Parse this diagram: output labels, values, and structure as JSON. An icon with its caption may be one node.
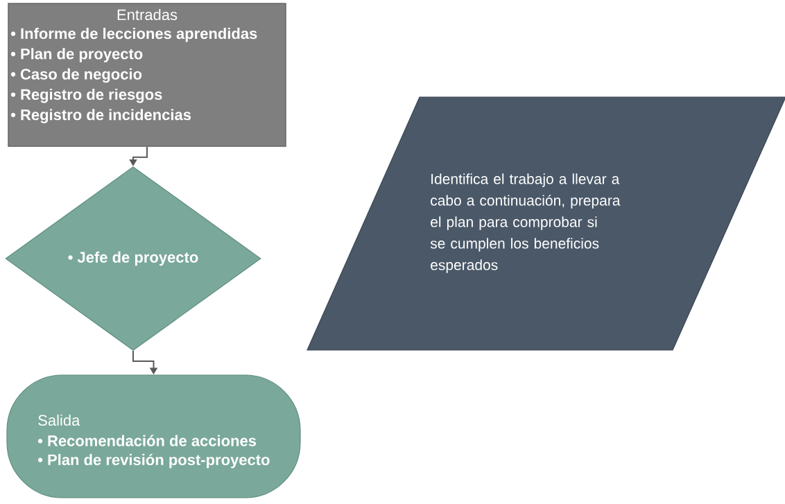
{
  "diagram": {
    "nodes": [
      {
        "text": [
          "Entradas",
          "• Informe de lecciones aprendidas",
          "• Plan de proyecto",
          "• Caso de negocio",
          "• Registro de riesgos",
          "• Registro de incidencias"
        ]
      },
      {
        "text": [
          "• Jefe de proyecto"
        ]
      },
      {
        "text": [
          "Salida",
          "• Recomendación de acciones",
          "• Plan de revisión post-proyecto"
        ]
      },
      {
        "text": [
          "Identifica el trabajo a llevar a cabo a continuación, prepara el plan para comprobar si se cumplen los beneficios esperados"
        ]
      }
    ],
    "edges": [
      {
        "from": 0,
        "to": 1,
        "arrow": "to"
      },
      {
        "from": 1,
        "to": 2,
        "arrow": "to"
      }
    ]
  }
}
